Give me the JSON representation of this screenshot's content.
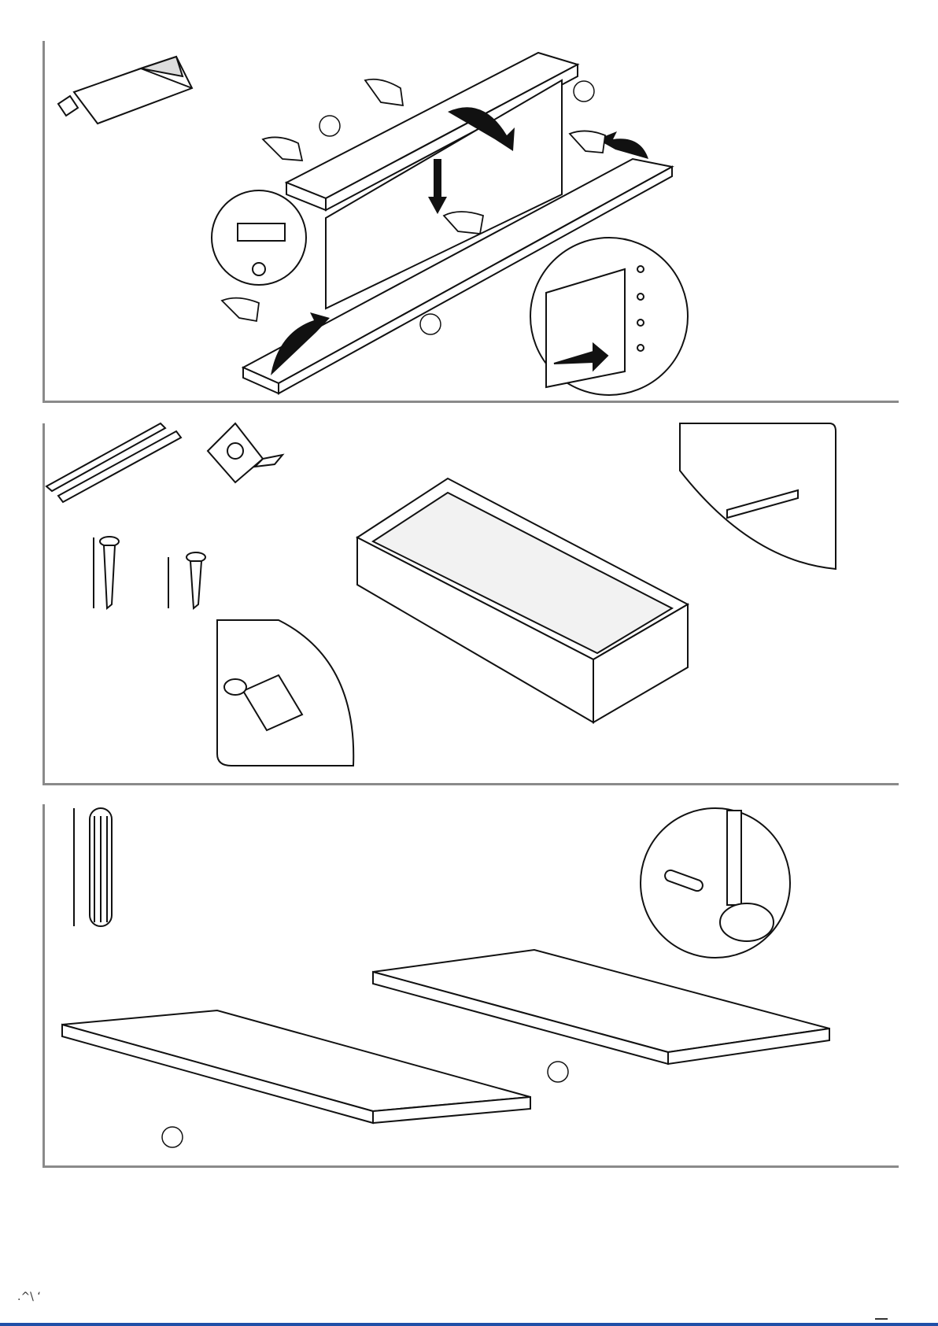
{
  "document": {
    "title": "",
    "steps": [
      {
        "id": "step-1",
        "description_visible": ""
      },
      {
        "id": "step-2",
        "description_visible": ""
      },
      {
        "id": "step-3",
        "description_visible": ""
      }
    ],
    "footer_text": ".^\\ ʻ"
  },
  "colors": {
    "frame": "#8a8a8a",
    "ink": "#111111",
    "accent_bar": "#1f4fa8"
  },
  "icons": [
    "glue-tube-icon",
    "drawer-runner-icon",
    "corner-block-icon",
    "screw-icon",
    "dowel-icon",
    "hammer-icon",
    "hand-icon",
    "arrow-icon"
  ]
}
